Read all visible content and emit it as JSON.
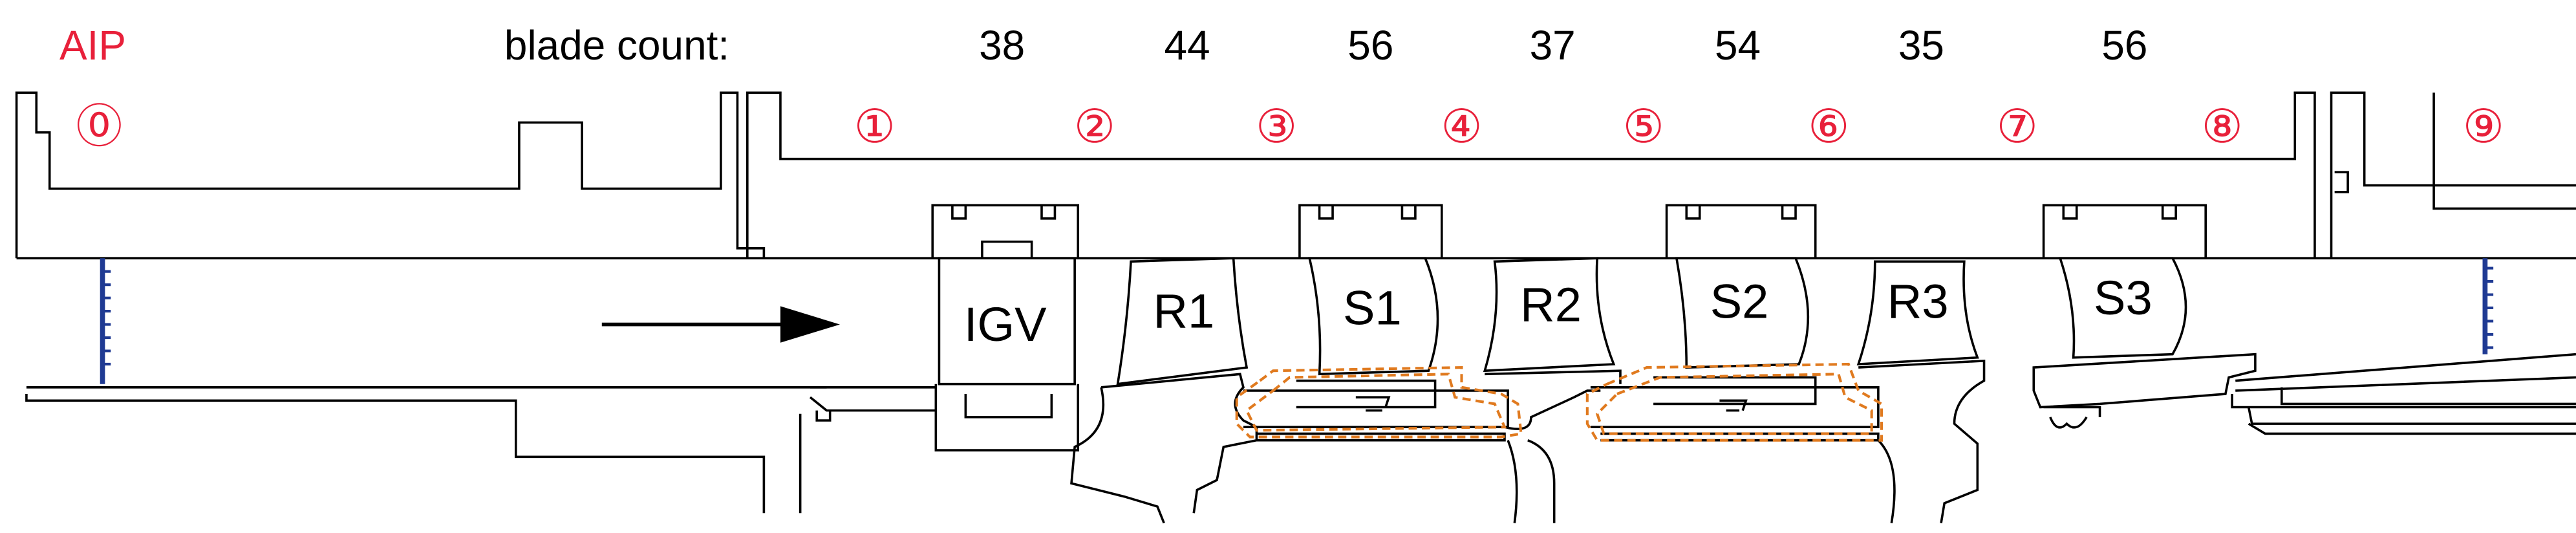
{
  "header": {
    "plane_label": "AIP",
    "blade_count_label": "blade count:"
  },
  "blade_counts": [
    "38",
    "44",
    "56",
    "37",
    "54",
    "35",
    "56"
  ],
  "stations": [
    "⓪",
    "①",
    "②",
    "③",
    "④",
    "⑤",
    "⑥",
    "⑦",
    "⑧",
    "⑨"
  ],
  "rows": [
    "IGV",
    "R1",
    "S1",
    "R2",
    "S2",
    "R3",
    "S3"
  ],
  "colors": {
    "station_red": "#e8203a",
    "line_black": "#000000",
    "rake_blue": "#1f3a93",
    "seal_orange": "#e07a1f"
  },
  "icons": {
    "flow": "flow-direction-arrow",
    "rake": "probe-rake-icon"
  }
}
